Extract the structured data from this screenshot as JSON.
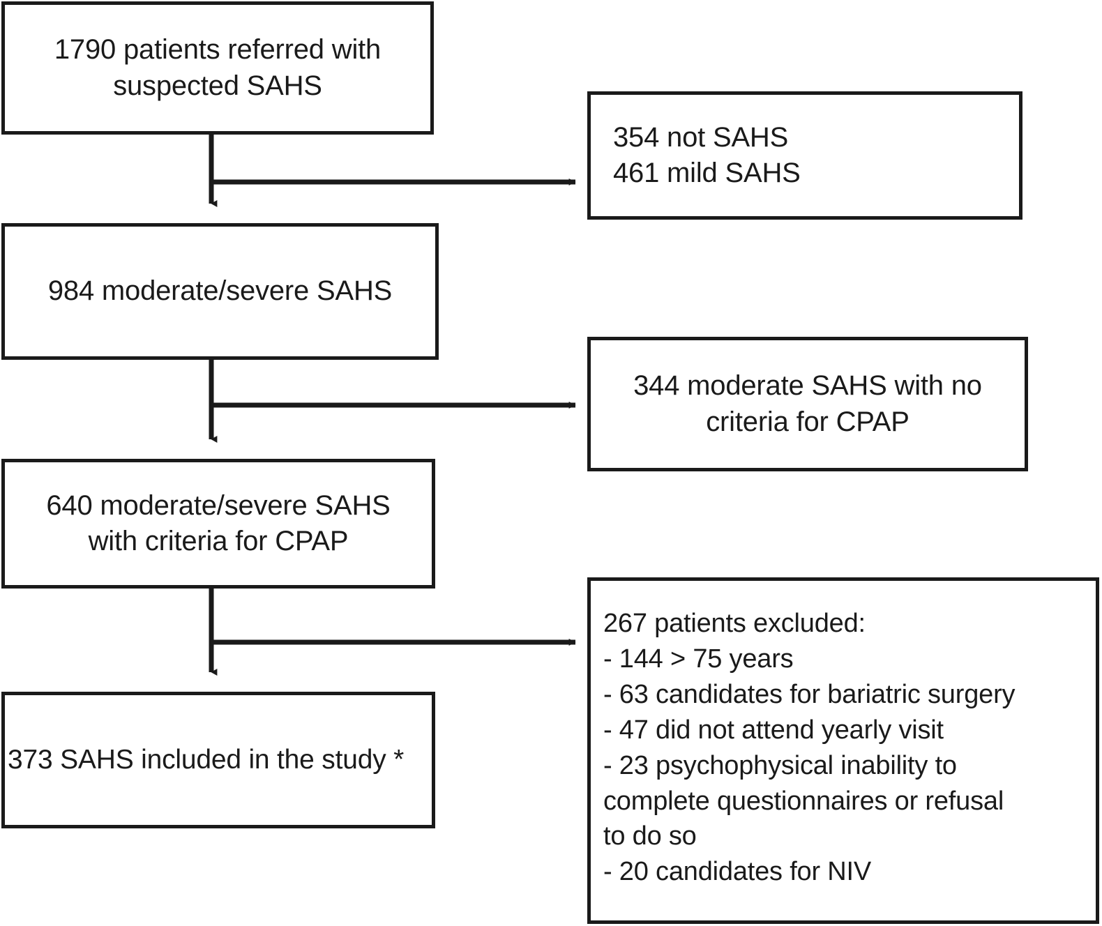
{
  "diagram": {
    "title": "Patient flow diagram for SAHS study",
    "type": "flowchart",
    "stroke_color": "#1a1a1a",
    "fill_color": "#ffffff",
    "nodes": {
      "referred": {
        "label": "1790 patients referred with\nsuspected SAHS",
        "count": 1790,
        "align": "center"
      },
      "not_mild": {
        "label": "354 not SAHS\n461 mild SAHS",
        "counts": [
          354,
          461
        ],
        "align": "left"
      },
      "moderate_severe": {
        "label": "984 moderate/severe SAHS",
        "count": 984,
        "align": "center"
      },
      "no_criteria": {
        "label": "344 moderate SAHS with no\ncriteria for CPAP",
        "count": 344,
        "align": "center"
      },
      "criteria": {
        "label": "640 moderate/severe SAHS\nwith criteria for CPAP",
        "count": 640,
        "align": "center"
      },
      "excluded": {
        "label": "267 patients excluded:\n- 144 > 75 years\n - 63 candidates for bariatric surgery\n- 47 did not attend yearly visit\n- 23 psychophysical inability to\ncomplete questionnaires or refusal\nto do so\n- 20 candidates for NIV",
        "count": 267,
        "items": [
          "- 144 > 75 years",
          "- 63 candidates for bariatric surgery",
          "- 47 did not attend yearly visit",
          "- 23 psychophysical inability to complete questionnaires or refusal to do so",
          "- 20 candidates for NIV"
        ],
        "align": "left"
      },
      "included": {
        "label": "373 SAHS included in the study *",
        "count": 373,
        "align": "left"
      }
    },
    "edges": [
      {
        "from": "referred",
        "to": "moderate_severe",
        "kind": "down-arrow"
      },
      {
        "from": "referred",
        "to": "not_mild",
        "kind": "right-arrow"
      },
      {
        "from": "moderate_severe",
        "to": "criteria",
        "kind": "down-arrow"
      },
      {
        "from": "moderate_severe",
        "to": "no_criteria",
        "kind": "right-arrow"
      },
      {
        "from": "criteria",
        "to": "included",
        "kind": "down-arrow"
      },
      {
        "from": "criteria",
        "to": "excluded",
        "kind": "right-arrow"
      }
    ]
  }
}
